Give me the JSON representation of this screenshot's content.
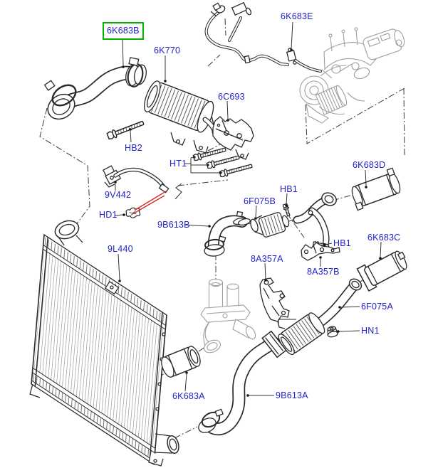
{
  "diagram": {
    "type": "exploded-parts-diagram",
    "subject": "charge-air-cooler-and-turbo-hoses",
    "highlighted_part": "6K683B",
    "colors": {
      "background": "#ffffff",
      "label_text": "#2222c8",
      "highlight": "#00b400",
      "line_dark": "#2a2a2a",
      "ghost": "#9e9e9e",
      "red_pointer": "#d03030"
    },
    "labels": [
      {
        "id": "6K683B",
        "text": "6K683B",
        "highlighted": true
      },
      {
        "id": "6K770",
        "text": "6K770"
      },
      {
        "id": "6K683E",
        "text": "6K683E"
      },
      {
        "id": "6C693",
        "text": "6C693"
      },
      {
        "id": "HB2",
        "text": "HB2"
      },
      {
        "id": "HT1",
        "text": "HT1"
      },
      {
        "id": "6K683D",
        "text": "6K683D"
      },
      {
        "id": "9V442",
        "text": "9V442"
      },
      {
        "id": "HB1-upper",
        "text": "HB1"
      },
      {
        "id": "6F075B",
        "text": "6F075B"
      },
      {
        "id": "HD1",
        "text": "HD1"
      },
      {
        "id": "9B613B",
        "text": "9B613B"
      },
      {
        "id": "9L440",
        "text": "9L440"
      },
      {
        "id": "8A357A",
        "text": "8A357A"
      },
      {
        "id": "HB1-lower",
        "text": "HB1"
      },
      {
        "id": "8A357B",
        "text": "8A357B"
      },
      {
        "id": "6K683C",
        "text": "6K683C"
      },
      {
        "id": "6F075A",
        "text": "6F075A"
      },
      {
        "id": "HN1",
        "text": "HN1"
      },
      {
        "id": "6K683A",
        "text": "6K683A"
      },
      {
        "id": "9B613A",
        "text": "9B613A"
      }
    ]
  }
}
